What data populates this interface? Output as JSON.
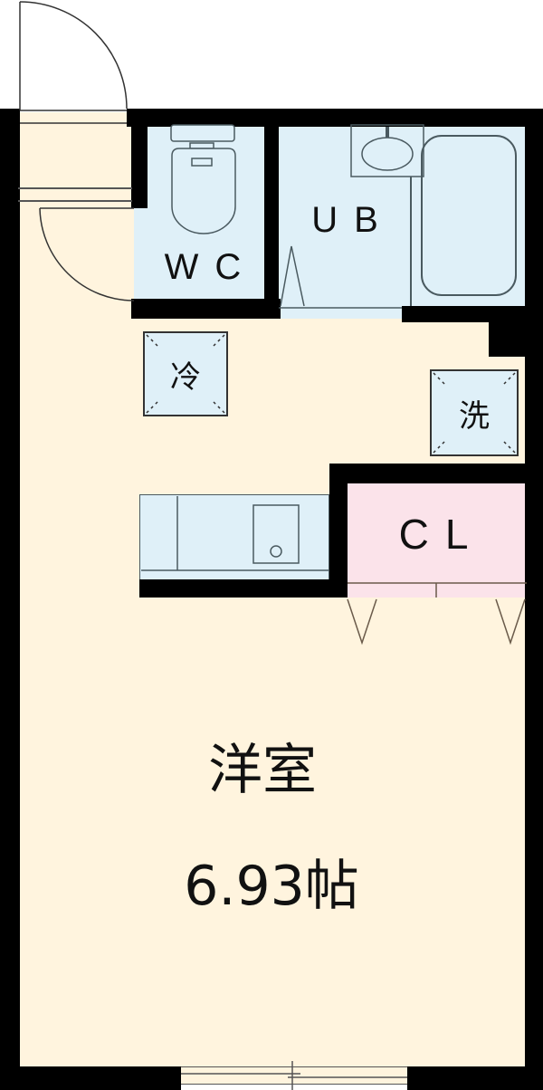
{
  "floorplan": {
    "rooms": {
      "main_room": {
        "name": "洋室",
        "size": "6.93帖"
      },
      "toilet": {
        "label": "WC"
      },
      "bathroom": {
        "label": "UB"
      },
      "closet": {
        "label": "CL"
      }
    },
    "appliances": {
      "refrigerator": {
        "label": "冷"
      },
      "washer": {
        "label": "洗"
      }
    },
    "colors": {
      "wall": "#000000",
      "floor": "#fff4de",
      "wet_area": "#dff0f8",
      "closet": "#fbe3ea",
      "fixture_line": "#4a5a60"
    }
  }
}
